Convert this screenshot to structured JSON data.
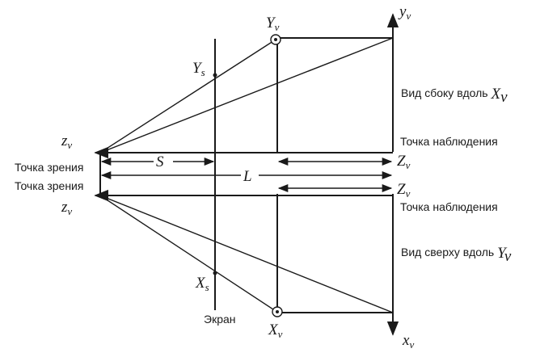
{
  "labels": {
    "yv_top": "Y",
    "yv_top_sub": "v",
    "ys": "Y",
    "ys_sub": "s",
    "yv_axis": "y",
    "yv_axis_sub": "v",
    "side_view": "Вид сбоку вдоль ",
    "side_view_var": "X",
    "side_view_sub": "v",
    "zv_top": "z",
    "zv_top_sub": "v",
    "zv_bottom": "z",
    "zv_bottom_sub": "v",
    "observe_top": "Точка наблюдения",
    "observe_bottom": "Точка наблюдения",
    "eye_top": "Точка зрения",
    "eye_bottom": "Точка зрения",
    "s": "S",
    "l": "L",
    "zv_right_top": "Z",
    "zv_right_top_sub": "v",
    "zv_right_bottom": "Z",
    "zv_right_bottom_sub": "v",
    "top_view": "Вид сверху вдоль ",
    "top_view_var": "Y",
    "top_view_sub": "v",
    "xs": "X",
    "xs_sub": "s",
    "screen": "Экран",
    "xv_bottom": "X",
    "xv_bottom_sub": "v",
    "xv_axis": "x",
    "xv_axis_sub": "v"
  }
}
